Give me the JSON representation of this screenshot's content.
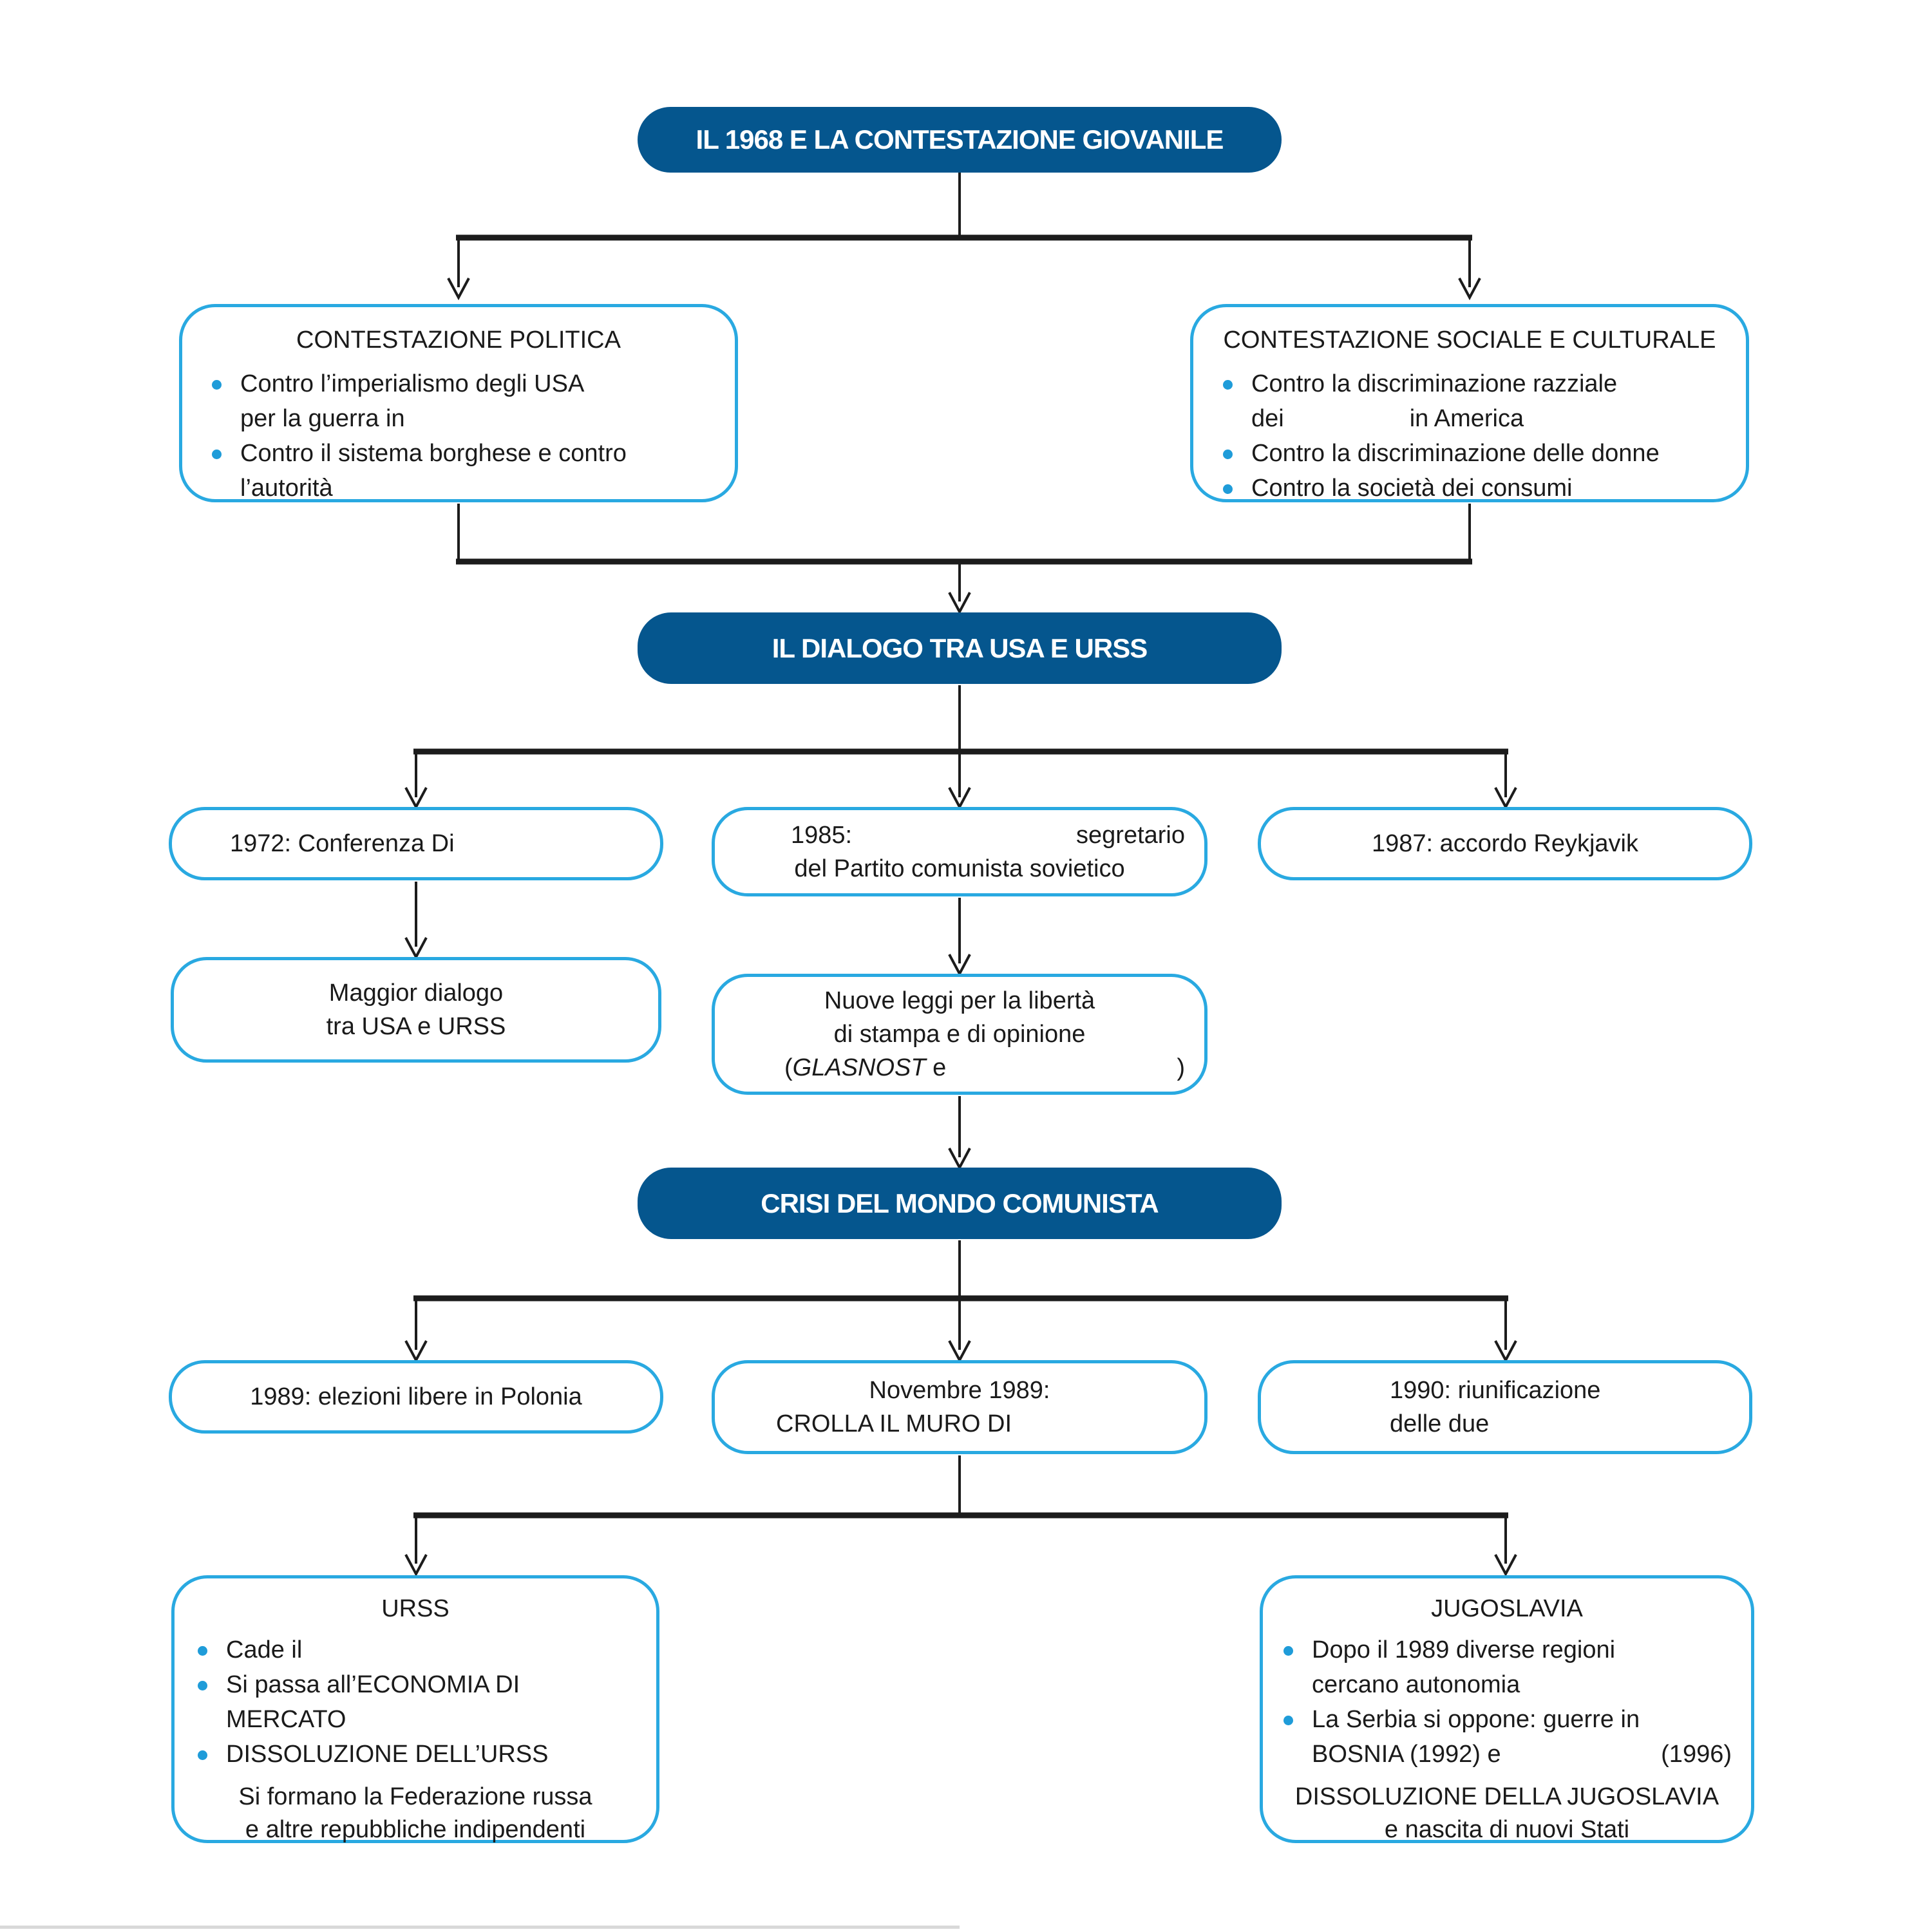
{
  "palette": {
    "header_bg": "#05568e",
    "box_border": "#29a9e1",
    "bullet": "#1f9cd9",
    "line": "#1c1c1c",
    "text": "#1a1a1a",
    "page_edge": "#d9d9d9"
  },
  "headers": {
    "h1": "IL 1968 E LA CONTESTAZIONE GIOVANILE",
    "h2": "IL DIALOGO TRA USA E URSS",
    "h3": "CRISI DEL MONDO COMUNISTA"
  },
  "contestazione_politica": {
    "title": "CONTESTAZIONE POLITICA",
    "b1a": "Contro l’imperialismo degli USA",
    "b1b": "per la guerra in",
    "b2a": "Contro il sistema borghese e contro",
    "b2b": "l’autorità"
  },
  "contestazione_sociale": {
    "title": "CONTESTAZIONE SOCIALE E CULTURALE",
    "b1a": "Contro la discriminazione razziale",
    "b1b_pre": "dei",
    "b1b_post": "in America",
    "b2": "Contro la discriminazione delle donne",
    "b3": "Contro la società dei consumi"
  },
  "dialogo_row": {
    "box1": "1972: Conferenza Di",
    "box2_line1_pre": "1985:",
    "box2_line1_post": "segretario",
    "box2_line2": "del Partito comunista sovietico",
    "box3": "1987: accordo Reykjavik"
  },
  "maggior_dialogo": {
    "line1": "Maggior dialogo",
    "line2": "tra USA e URSS"
  },
  "nuove_leggi": {
    "line1": "Nuove leggi per la libertà",
    "line2": "di stampa e di opinione",
    "line3_open": "(",
    "line3_italic": "GLASNOST",
    "line3_mid": " e",
    "line3_close": ")"
  },
  "crisi_row": {
    "box1": "1989: elezioni libere in Polonia",
    "box2_line1": "Novembre 1989:",
    "box2_line2": "CROLLA IL MURO DI",
    "box3_line1": "1990: riunificazione",
    "box3_line2": "delle due"
  },
  "urss": {
    "title": "URSS",
    "b1": "Cade il",
    "b2a": "Si passa all’ECONOMIA DI",
    "b2b": "MERCATO",
    "b3": "DISSOLUZIONE DELL’URSS",
    "f1": "Si formano la Federazione russa",
    "f2": "e altre repubbliche indipendenti"
  },
  "jugoslavia": {
    "title": "JUGOSLAVIA",
    "b1a": "Dopo il 1989 diverse regioni",
    "b1b": "cercano autonomia",
    "b2a": "La Serbia si oppone: guerre in",
    "b2b_pre": "BOSNIA (1992) e",
    "b2b_post": "(1996)",
    "f1": "DISSOLUZIONE DELLA JUGOSLAVIA",
    "f2": "e nascita di nuovi Stati"
  }
}
